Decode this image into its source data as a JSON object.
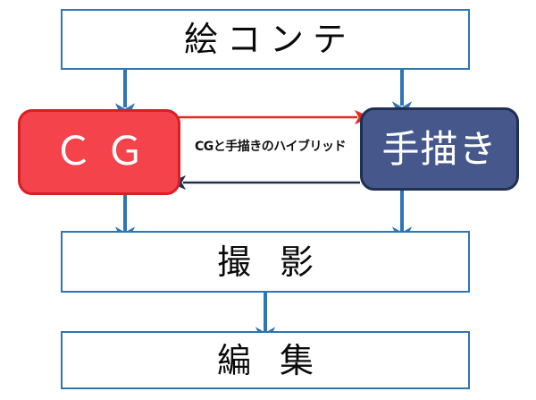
{
  "diagram": {
    "title_text": "",
    "colors": {
      "process_border": "#2E75B6",
      "cg_fill": "#F4434B",
      "cg_border": "#D91F26",
      "hand_fill": "#46588B",
      "hand_border": "#1F3052",
      "arrow_blue": "#2E75B6",
      "arrow_red": "#E02B20",
      "arrow_navy": "#1F3052",
      "text_dark": "#0A0A0A",
      "text_light": "#FFFFFF",
      "background": "#FFFFFF"
    },
    "nodes": {
      "storyboard": {
        "label": "絵コンテ"
      },
      "cg": {
        "label": "ＣＧ"
      },
      "handdrawn": {
        "label": "手描き"
      },
      "filming": {
        "label": "撮 影"
      },
      "editing": {
        "label": "編 集"
      }
    },
    "edges": [
      {
        "name": "storyboard-to-cg",
        "from": "storyboard",
        "to": "cg",
        "color": "#2E75B6",
        "direction": "down"
      },
      {
        "name": "storyboard-to-handdrawn",
        "from": "storyboard",
        "to": "handdrawn",
        "color": "#2E75B6",
        "direction": "down"
      },
      {
        "name": "cg-to-handdrawn",
        "from": "cg",
        "to": "handdrawn",
        "color": "#E02B20",
        "direction": "right"
      },
      {
        "name": "handdrawn-to-cg",
        "from": "handdrawn",
        "to": "cg",
        "color": "#1F3052",
        "direction": "left"
      },
      {
        "name": "cg-to-filming",
        "from": "cg",
        "to": "filming",
        "color": "#2E75B6",
        "direction": "down"
      },
      {
        "name": "handdrawn-to-filming",
        "from": "handdrawn",
        "to": "filming",
        "color": "#2E75B6",
        "direction": "down"
      },
      {
        "name": "filming-to-editing",
        "from": "filming",
        "to": "editing",
        "color": "#2E75B6",
        "direction": "down"
      }
    ],
    "annotations": {
      "hybrid": "CGと手描きのハイブリッド"
    }
  }
}
